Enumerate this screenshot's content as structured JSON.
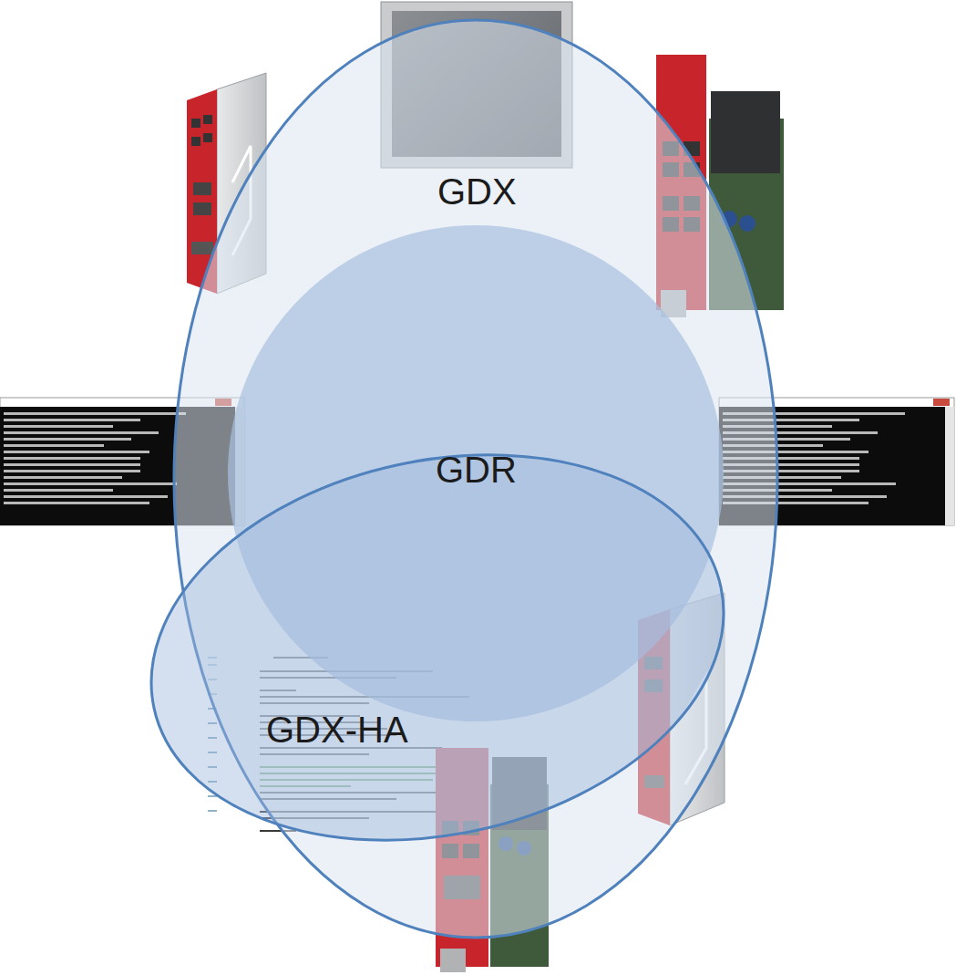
{
  "diagram": {
    "nodes": [
      {
        "text": [
          "GDX"
        ]
      },
      {
        "text": [
          "GDR"
        ],
        "in": 0
      },
      {
        "text": [
          "GDX-HA"
        ]
      }
    ]
  }
}
